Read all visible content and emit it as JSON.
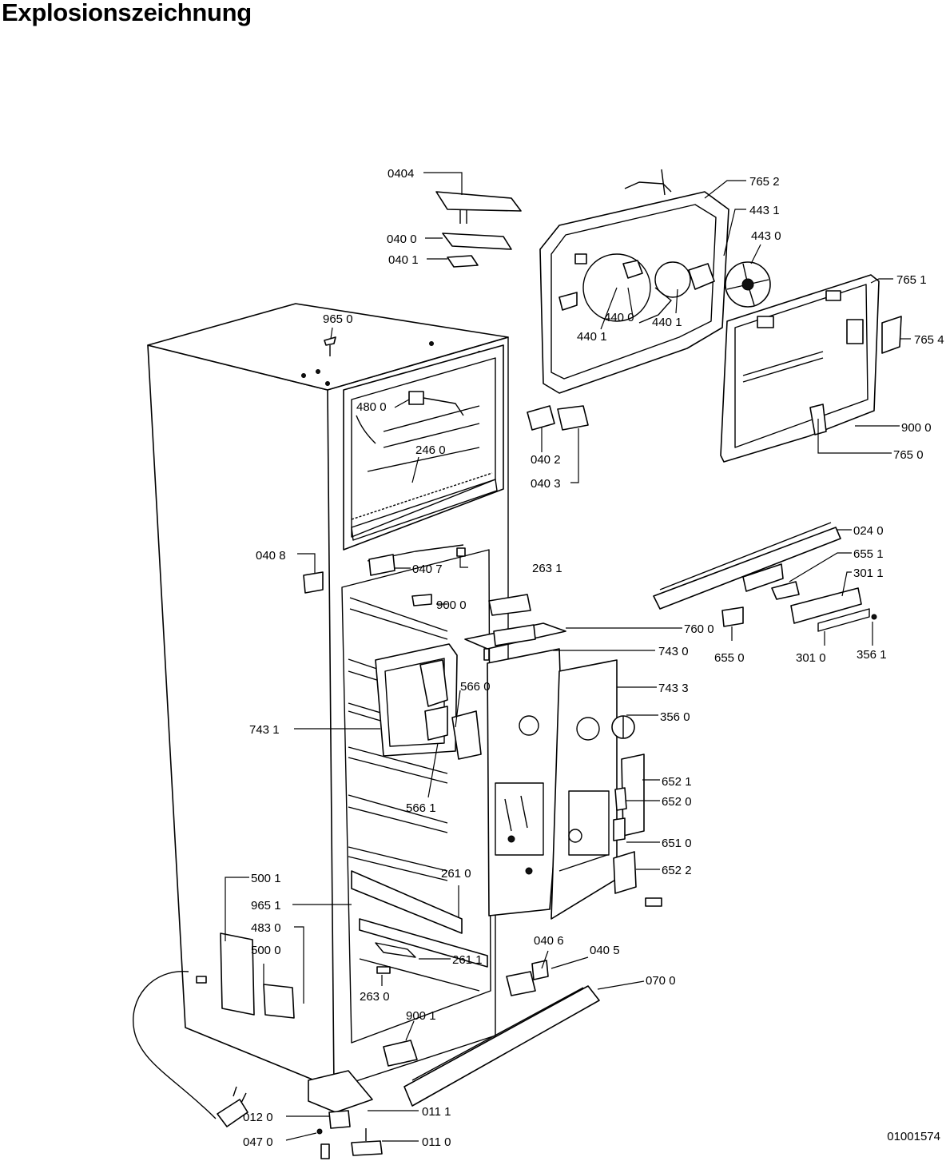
{
  "title": "Explosionszeichnung",
  "document_number": "01001574",
  "labels": {
    "l0404": "0404",
    "l7652": "765 2",
    "l4431": "443 1",
    "l4430": "443 0",
    "l0400": "040 0",
    "l0401": "040 1",
    "l4400": "440 0",
    "l4401a": "440 1",
    "l4401b": "440 1",
    "l7651": "765 1",
    "l7654": "765 4",
    "l9650": "965 0",
    "l4800": "480 0",
    "l2460": "246 0",
    "l0402": "040 2",
    "l0403": "040 3",
    "l9000a": "900 0",
    "l7650": "765 0",
    "l0240": "024 0",
    "l6551": "655 1",
    "l3011": "301 1",
    "l0408": "040 8",
    "l0407": "040 7",
    "l2631": "263 1",
    "l9000b": "900 0",
    "l7600": "760 0",
    "l6550": "655 0",
    "l3010": "301 0",
    "l3561": "356 1",
    "l7430": "743 0",
    "l5660": "566 0",
    "l7433": "743 3",
    "l3560": "356 0",
    "l7431": "743 1",
    "l6521": "652 1",
    "l6520": "652 0",
    "l5661": "566 1",
    "l6510": "651 0",
    "l6522": "652 2",
    "l5001": "500 1",
    "l2610": "261 0",
    "l9651": "965 1",
    "l4830": "483 0",
    "l5000": "500 0",
    "l0406": "040 6",
    "l0405": "040 5",
    "l2611": "261 1",
    "l0700": "070 0",
    "l2630": "263 0",
    "l9001": "900 1",
    "l0120": "012 0",
    "l0111": "011 1",
    "l0470": "047 0",
    "l0110": "011 0"
  }
}
